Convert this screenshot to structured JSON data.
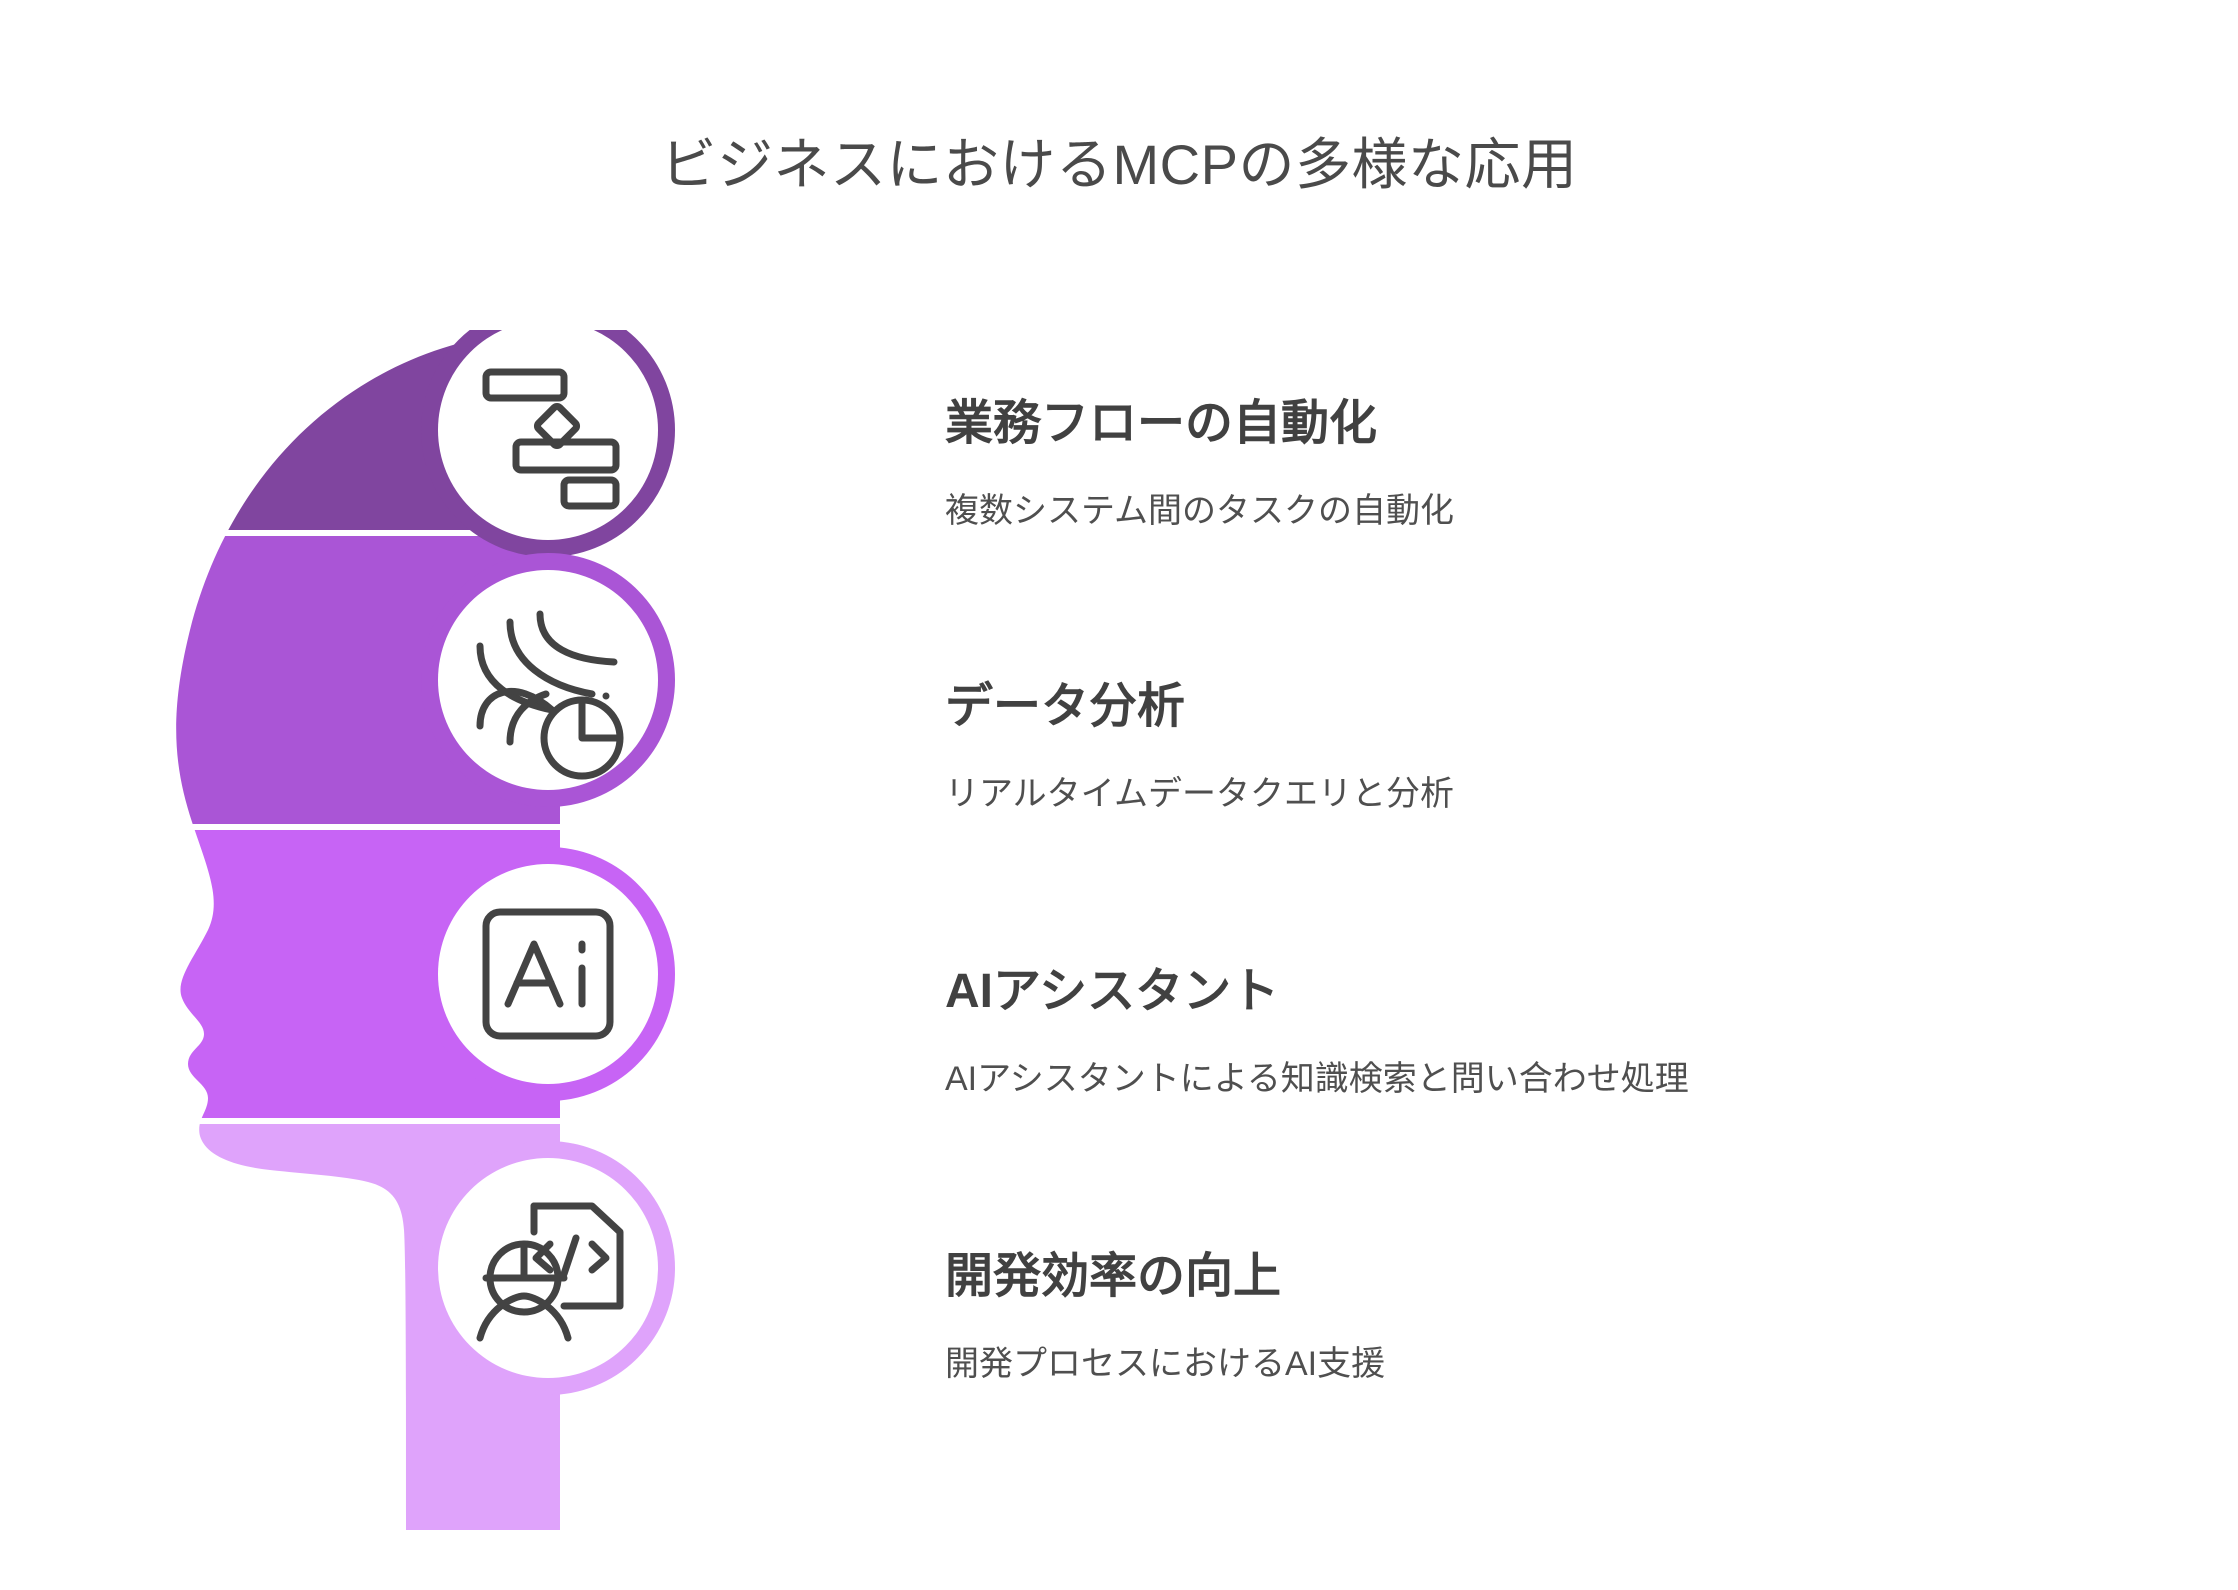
{
  "title": "ビジネスにおけるMCPの多様な応用",
  "colors": {
    "band1": "#80459f",
    "band2": "#aa55d6",
    "band3": "#c764f5",
    "band4": "#dfa3fb",
    "heading_text": "#414141",
    "body_text": "#4f4f4f",
    "title_text": "#4a4a4a",
    "icon_stroke": "#434343",
    "background": "#ffffff"
  },
  "items": [
    {
      "heading": "業務フローの自動化",
      "description": "複数システム間のタスクの自動化",
      "icon": "workflow-diagram-icon",
      "band_color": "#80459f"
    },
    {
      "heading": "データ分析",
      "description": "リアルタイムデータクエリと分析",
      "icon": "data-streams-pie-chart-icon",
      "band_color": "#aa55d6"
    },
    {
      "heading": "AIアシスタント",
      "description": "AIアシスタントによる知識検索と問い合わせ処理",
      "icon": "ai-badge-icon",
      "band_color": "#c764f5"
    },
    {
      "heading": "開発効率の向上",
      "description": "開発プロセスにおけるAI支援",
      "icon": "developer-code-document-icon",
      "band_color": "#dfa3fb"
    }
  ],
  "chart_data": {
    "type": "table",
    "title": "ビジネスにおけるMCPの多様な応用",
    "categories": [
      "業務フローの自動化",
      "データ分析",
      "AIアシスタント",
      "開発効率の向上"
    ],
    "values": [
      "複数システム間のタスクの自動化",
      "リアルタイムデータクエリと分析",
      "AIアシスタントによる知識検索と問い合わせ処理",
      "開発プロセスにおけるAI支援"
    ]
  }
}
